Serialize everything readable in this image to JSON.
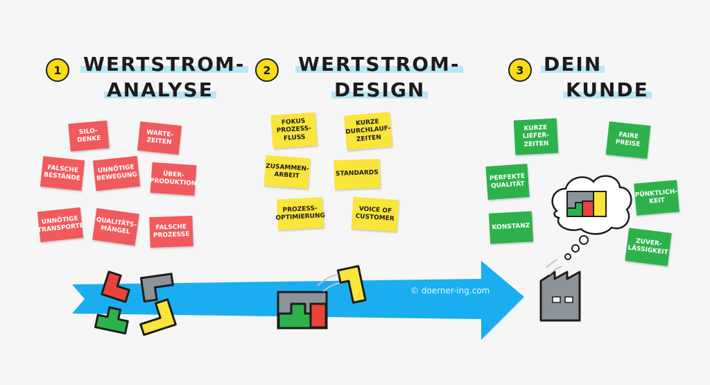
{
  "steps": [
    {
      "number": "1",
      "title_line1": "Wertstrom-",
      "title_line2": "Analyse"
    },
    {
      "number": "2",
      "title_line1": "Wertstrom-",
      "title_line2": "Design"
    },
    {
      "number": "3",
      "title_line1": "Dein",
      "title_line2": "Kunde"
    }
  ],
  "analyse_notes": [
    "Silo-\nDenke",
    "Warte-\nzeiten",
    "Falsche\nBestände",
    "Unnötige\nBewegung",
    "Über-\nproduktion",
    "Unnötige\nTransporte",
    "Qualitäts-\nmängel",
    "Falsche\nProzesse"
  ],
  "design_notes": [
    "Fokus\nProzess-\nFluss",
    "Kurze\nDurchlauf-\nzeiten",
    "Zusammen-\narbeit",
    "Standards",
    "Prozess-\noptimierung",
    "Voice of\nCustomer"
  ],
  "kunde_notes": [
    "Kurze\nLiefer-\nzeiten",
    "Faire\nPreise",
    "Perfekte\nQualität",
    "Pünktlich-\nkeit",
    "Konstanz",
    "Zuver-\nlässigkeit"
  ],
  "credit": "© doerner-ing.com",
  "colors": {
    "arrow": "#1aaef0",
    "note_red": "#f15a5d",
    "note_yellow": "#fae53b",
    "note_green": "#2db24b",
    "badge": "#f7dc1a",
    "factory": "#8c9499"
  }
}
